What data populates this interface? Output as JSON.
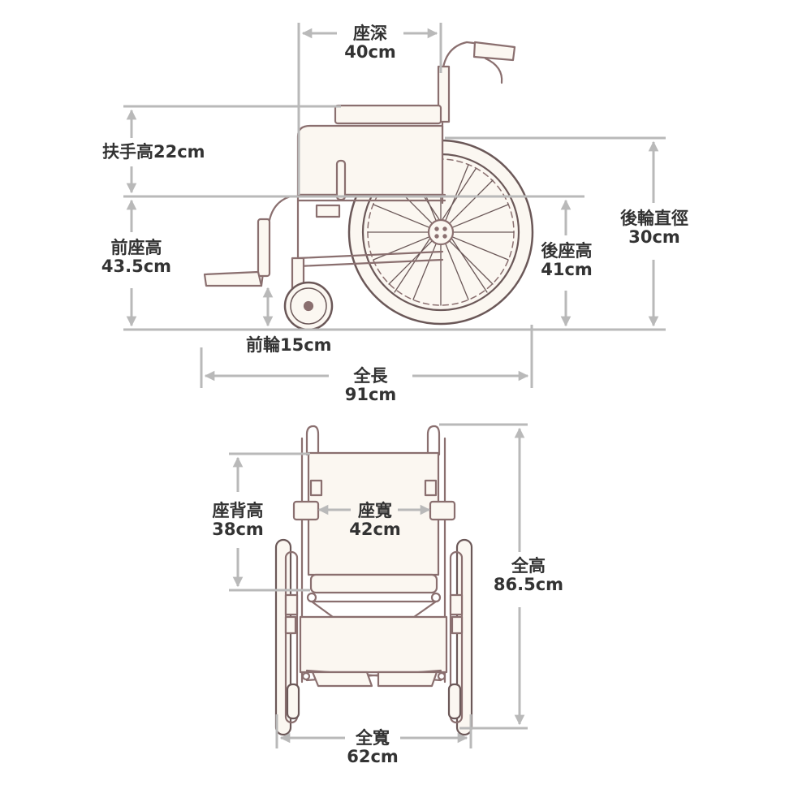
{
  "colors": {
    "dim": "#b9b9b9",
    "text": "#333333",
    "frame": "#8a6f6f",
    "wheel": "#6b5858",
    "fill": "#fbf7f1"
  },
  "side_view": {
    "seat_depth": {
      "label": "座深",
      "value": "40cm"
    },
    "armrest_height": {
      "label": "扶手高22cm"
    },
    "front_seat_height": {
      "label": "前座高",
      "value": "43.5cm"
    },
    "front_wheel": {
      "label": "前輪15cm"
    },
    "rear_seat_height": {
      "label": "後座高",
      "value": "41cm"
    },
    "rear_wheel_diameter": {
      "label": "後輪直徑",
      "value": "30cm"
    },
    "overall_length": {
      "label": "全長",
      "value": "91cm"
    }
  },
  "front_view": {
    "backrest_height": {
      "label": "座背高",
      "value": "38cm"
    },
    "seat_width": {
      "label": "座寬",
      "value": "42cm"
    },
    "overall_height": {
      "label": "全高",
      "value": "86.5cm"
    },
    "overall_width": {
      "label": "全寬",
      "value": "62cm"
    }
  }
}
